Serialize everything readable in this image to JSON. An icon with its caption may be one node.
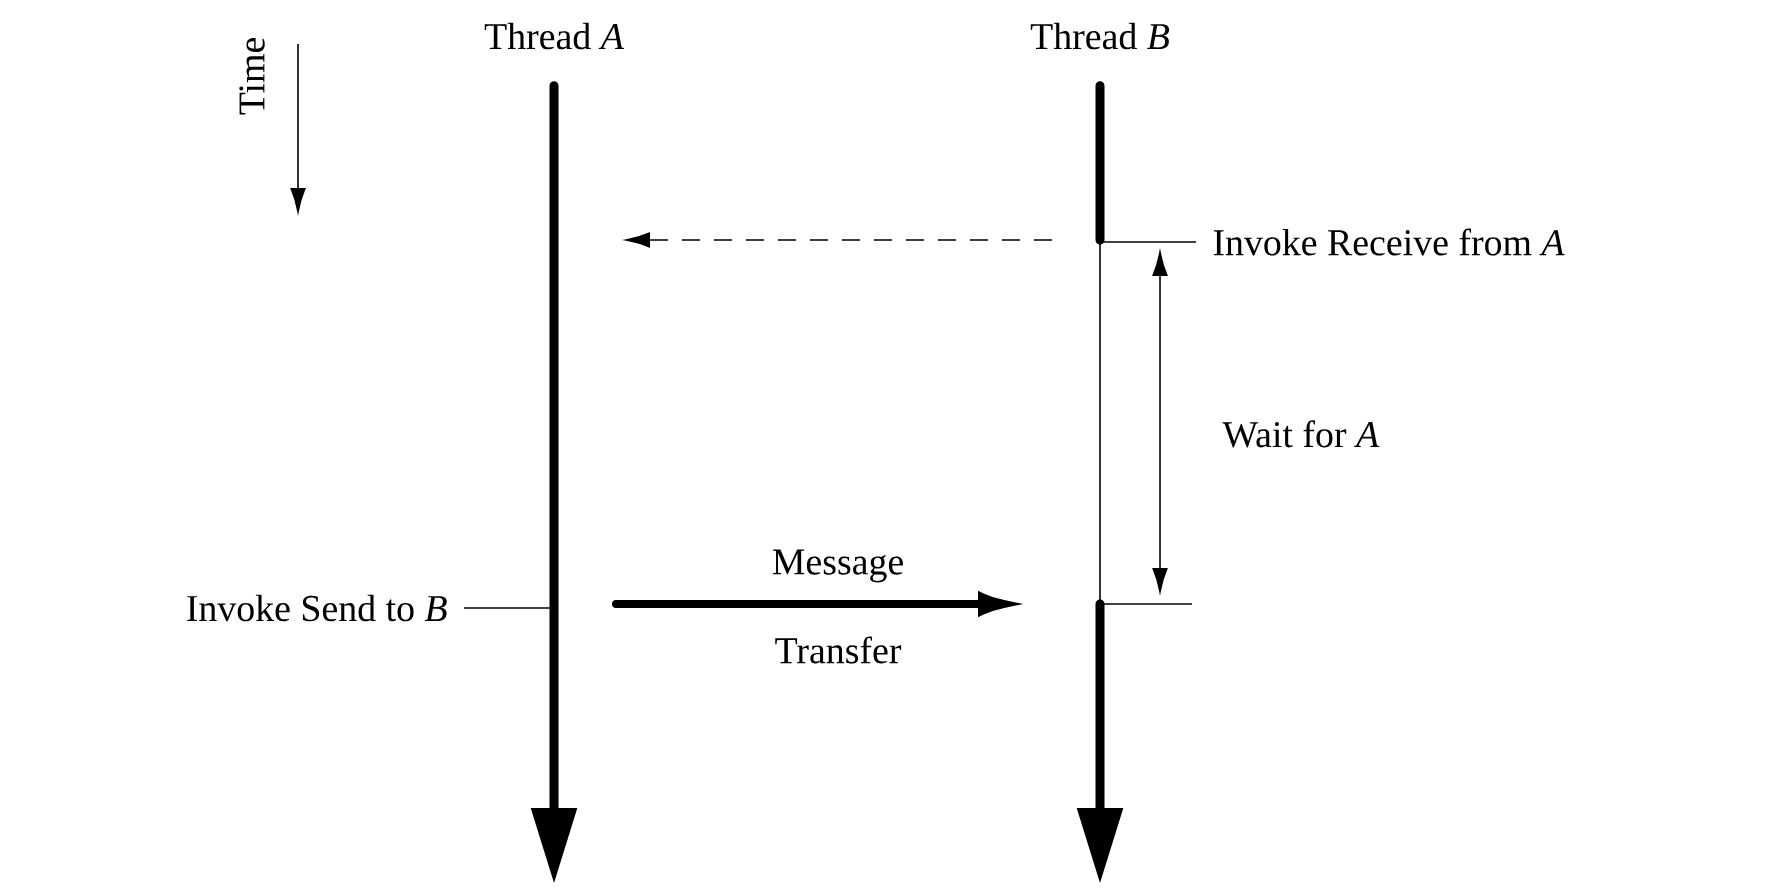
{
  "diagram": {
    "nodes": [
      {
        "text": [
          "Thread *A*"
        ]
      },
      {
        "text": [
          "Thread *B*"
        ]
      },
      {
        "text": [
          "Invoke Send to *B*"
        ]
      },
      {
        "text": [
          "Invoke Receive from *A*"
        ]
      }
    ],
    "edges": [
      {
        "from": 0,
        "to": null,
        "arrow": "to",
        "style": "thick"
      },
      {
        "from": 1,
        "to": null,
        "arrow": "to",
        "style": "thick"
      },
      {
        "from": 2,
        "to": null,
        "arrow": "none"
      },
      {
        "from": 3,
        "to": null,
        "arrow": "none"
      }
    ],
    "labels": [
      "Time",
      "Message",
      "Transfer",
      "Wait for *A*"
    ]
  }
}
